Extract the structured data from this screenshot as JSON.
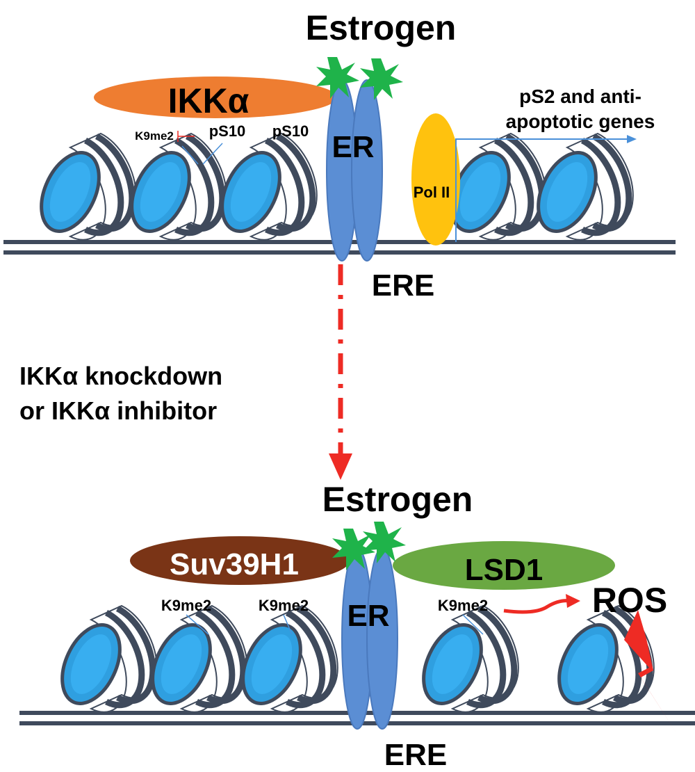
{
  "colors": {
    "dna": "#3f4a5c",
    "nucleosome_fill": "#2f9fe0",
    "er_fill": "#5b8ed4",
    "ikka_fill": "#ee7d31",
    "suv_fill": "#7a3416",
    "lsd1_fill": "#6aa842",
    "polii_fill": "#ffc20e",
    "star_fill": "#1fb34a",
    "red_accent": "#ee2b24",
    "arrow_blue": "#4a90d9"
  },
  "top_panel": {
    "estrogen_label": "Estrogen",
    "ikka_label": "IKKα",
    "er_label": "ER",
    "ere_label": "ERE",
    "pol2_label": "Pol II",
    "k9me2_label": "K9me2",
    "ps10_label_1": "pS10",
    "ps10_label_2": "pS10",
    "genes_line_1": "pS2 and anti-",
    "genes_line_2": "apoptotic genes"
  },
  "transition": {
    "line_1": "IKKα knockdown",
    "line_2": "or IKKα inhibitor"
  },
  "bottom_panel": {
    "estrogen_label": "Estrogen",
    "suv_label": "Suv39H1",
    "lsd1_label": "LSD1",
    "er_label": "ER",
    "ere_label": "ERE",
    "ros_label": "ROS",
    "k9me2_label_1": "K9me2",
    "k9me2_label_2": "K9me2",
    "k9me2_label_3": "K9me2"
  }
}
